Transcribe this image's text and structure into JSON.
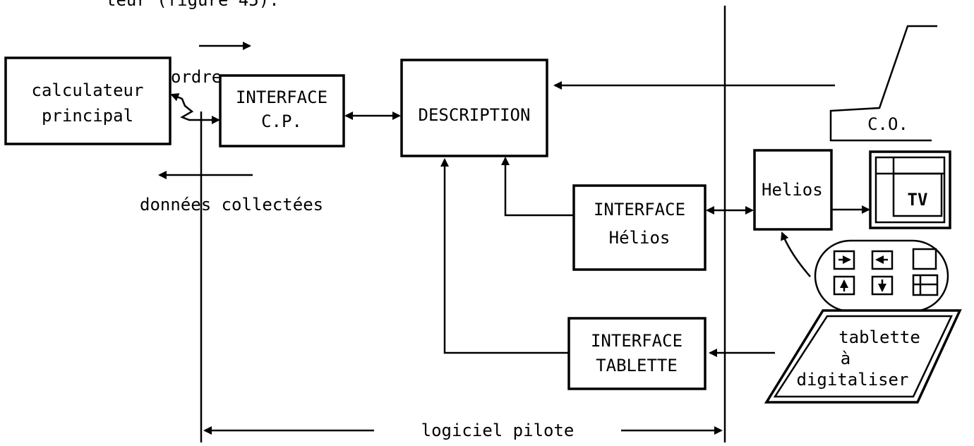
{
  "caption_fragment": "teur (figure 45).",
  "boxes": {
    "main_computer": [
      "calculateur",
      "principal"
    ],
    "interface_cp": [
      "INTERFACE",
      "C.P."
    ],
    "description": "DESCRIPTION",
    "interface_helios": [
      "INTERFACE",
      "Hélios"
    ],
    "interface_tablette": [
      "INTERFACE",
      "TABLETTE"
    ],
    "helios": "Helios",
    "tv": "TV",
    "console": "C.O.",
    "tablet": [
      "tablette",
      "à",
      "digitaliser"
    ]
  },
  "labels": {
    "ordre": "ordre",
    "donnees": "données collectées",
    "logiciel": "logiciel pilote"
  }
}
